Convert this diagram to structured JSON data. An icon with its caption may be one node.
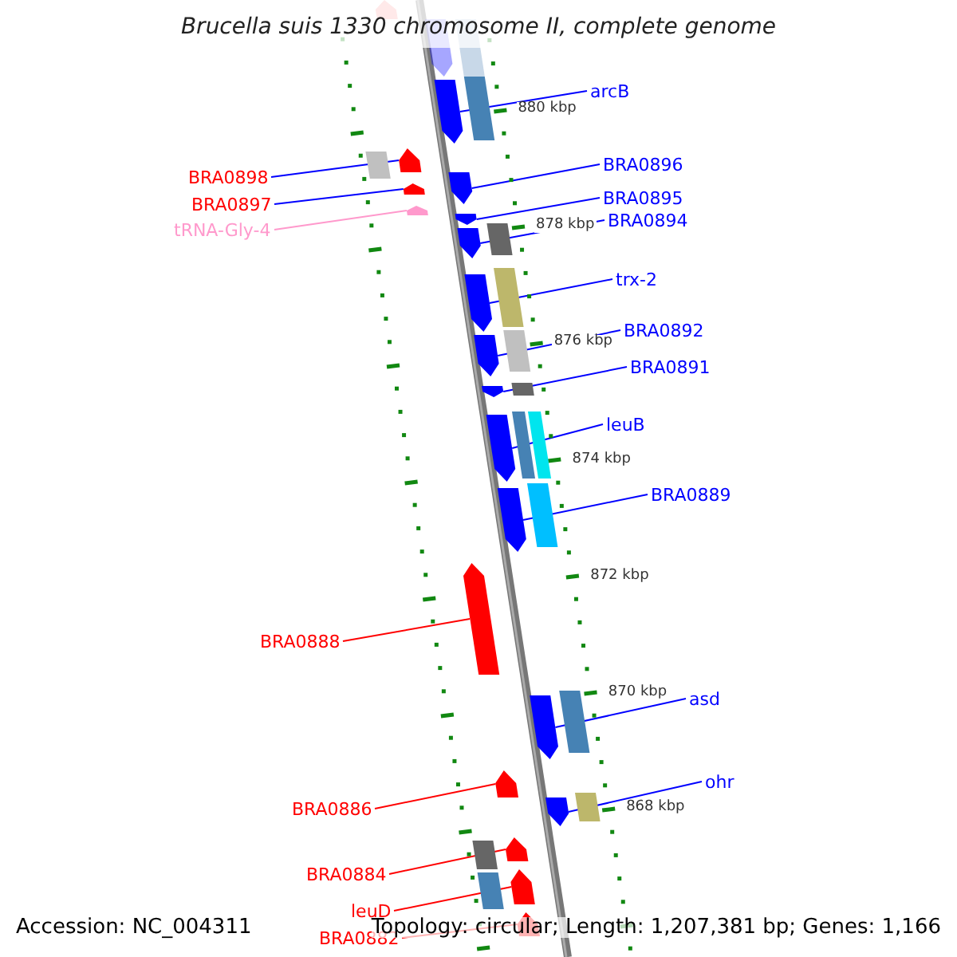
{
  "diagram": {
    "title": "Brucella suis 1330 chromosome II, complete genome",
    "nodes": [
      {
        "text": [
          "arcB"
        ]
      },
      {
        "text": [],
        "shape": "arrow"
      },
      {
        "text": [
          "BRA0898"
        ]
      },
      {
        "text": [],
        "shape": "arrow"
      },
      {
        "text": [
          "BRA0896"
        ]
      },
      {
        "text": [],
        "shape": "arrow"
      },
      {
        "text": [
          "BRA0897"
        ]
      },
      {
        "text": [],
        "shape": "arrow"
      },
      {
        "text": [
          "BRA0895"
        ]
      },
      {
        "text": [],
        "shape": "arrow"
      },
      {
        "text": [
          "BRA0894"
        ]
      },
      {
        "text": [],
        "shape": "arrow"
      },
      {
        "text": [
          "tRNA-Gly-4"
        ]
      },
      {
        "text": [],
        "shape": "arrow"
      },
      {
        "text": [
          "trx-2"
        ]
      },
      {
        "text": [],
        "shape": "arrow"
      },
      {
        "text": [
          "BRA0892"
        ]
      },
      {
        "text": [],
        "shape": "arrow"
      },
      {
        "text": [
          "BRA0891"
        ]
      },
      {
        "text": [],
        "shape": "arrow"
      },
      {
        "text": [
          "leuB"
        ]
      },
      {
        "text": [],
        "shape": "arrow"
      },
      {
        "text": [
          "BRA0889"
        ]
      },
      {
        "text": [],
        "shape": "arrow"
      },
      {
        "text": [
          "BRA0888"
        ]
      },
      {
        "text": [],
        "shape": "arrow"
      },
      {
        "text": [
          "asd"
        ]
      },
      {
        "text": [],
        "shape": "arrow"
      },
      {
        "text": [
          "ohr"
        ]
      },
      {
        "text": [],
        "shape": "arrow"
      },
      {
        "text": [
          "BRA0886"
        ]
      },
      {
        "text": [],
        "shape": "arrow"
      },
      {
        "text": [
          "BRA0884"
        ]
      },
      {
        "text": [],
        "shape": "arrow"
      },
      {
        "text": [
          "leuD"
        ]
      },
      {
        "text": [],
        "shape": "arrow"
      },
      {
        "text": [
          "BRA0882"
        ]
      },
      {
        "text": [],
        "shape": "arrow"
      },
      {
        "text": [],
        "shape": "arrow"
      },
      {
        "text": [],
        "shape": "arrow"
      }
    ],
    "edges": [
      {
        "from": 0,
        "to": 1,
        "arrow": "none"
      },
      {
        "from": 2,
        "to": 3,
        "arrow": "none"
      },
      {
        "from": 4,
        "to": 5,
        "arrow": "none"
      },
      {
        "from": 6,
        "to": 7,
        "arrow": "none"
      },
      {
        "from": 8,
        "to": 9,
        "arrow": "none"
      },
      {
        "from": 10,
        "to": 11,
        "arrow": "none"
      },
      {
        "from": 12,
        "to": 13,
        "arrow": "none",
        "color": "#ff99cc"
      },
      {
        "from": 14,
        "to": 15,
        "arrow": "none"
      },
      {
        "from": 16,
        "to": 17,
        "arrow": "none"
      },
      {
        "from": 18,
        "to": 19,
        "arrow": "none"
      },
      {
        "from": 20,
        "to": 21,
        "arrow": "none"
      },
      {
        "from": 22,
        "to": 23,
        "arrow": "none"
      },
      {
        "from": 24,
        "to": 25,
        "arrow": "none",
        "color": "#ff0000"
      },
      {
        "from": 26,
        "to": 27,
        "arrow": "none"
      },
      {
        "from": 28,
        "to": 29,
        "arrow": "none"
      },
      {
        "from": 30,
        "to": 31,
        "arrow": "none",
        "color": "#ff0000"
      },
      {
        "from": 32,
        "to": 33,
        "arrow": "none",
        "color": "#ff0000"
      },
      {
        "from": 34,
        "to": 35,
        "arrow": "none",
        "color": "#ff0000"
      },
      {
        "from": 36,
        "to": 37,
        "arrow": "none",
        "color": "#ff0000"
      }
    ],
    "labels": [
      "880 kbp",
      "878 kbp",
      "876 kbp",
      "874 kbp",
      "872 kbp",
      "870 kbp",
      "868 kbp",
      "Accession: NC_004311",
      "Topology: circular; Length: 1,207,381 bp; Genes: 1,166"
    ]
  }
}
